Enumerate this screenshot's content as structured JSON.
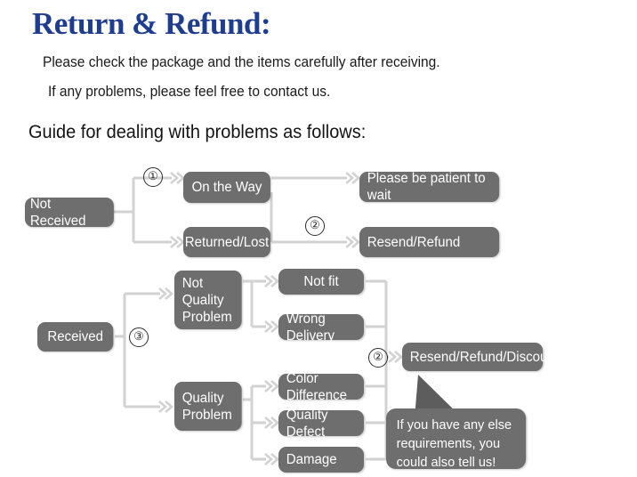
{
  "heading": {
    "title": "Return & Refund:",
    "line1": "Please check the package and the items carefully after receiving.",
    "line2": "If any problems, please feel free to contact us.",
    "guide": "Guide for dealing with problems as follows:"
  },
  "colors": {
    "title": "#1f3d8f",
    "node_fill": "#6e6e6e",
    "node_text": "#ffffff",
    "connector": "#d2d2d2",
    "background": "#ffffff"
  },
  "flow": {
    "markers": [
      {
        "name": "marker-1",
        "label": "①"
      },
      {
        "name": "marker-2-top",
        "label": "②"
      },
      {
        "name": "marker-3",
        "label": "③"
      },
      {
        "name": "marker-2-bottom",
        "label": "②"
      }
    ],
    "nodes": [
      {
        "name": "not-received",
        "label": "Not Received"
      },
      {
        "name": "on-the-way",
        "label": "On the Way"
      },
      {
        "name": "returned-lost",
        "label": "Returned/Lost"
      },
      {
        "name": "please-be-patient",
        "label": "Please be patient to wait"
      },
      {
        "name": "resend-refund",
        "label": "Resend/Refund"
      },
      {
        "name": "received",
        "label": "Received"
      },
      {
        "name": "not-quality-problem",
        "label": "Not\nQuality\nProblem"
      },
      {
        "name": "quality-problem",
        "label": "Quality\nProblem"
      },
      {
        "name": "not-fit",
        "label": "Not fit"
      },
      {
        "name": "wrong-delivery",
        "label": "Wrong Delivery"
      },
      {
        "name": "color-difference",
        "label": "Color Difference"
      },
      {
        "name": "quality-defect",
        "label": "Quality Defect"
      },
      {
        "name": "damage",
        "label": "Damage"
      },
      {
        "name": "resend-refund-discount",
        "label": "Resend/Refund/Discount"
      }
    ],
    "callout": "If you have any else requirements, you could also tell us!"
  }
}
